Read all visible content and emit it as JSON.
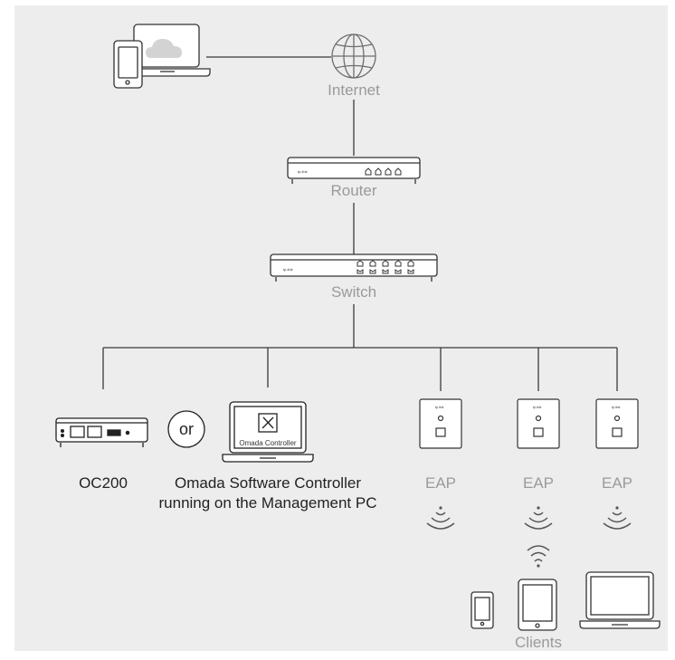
{
  "nodes": {
    "internet": "Internet",
    "router": "Router",
    "switch": "Switch",
    "oc200": "OC200",
    "or": "or",
    "software_controller_line1": "Omada Software Controller",
    "software_controller_line2": "running on the Management PC",
    "omada_screen_label": "Omada Controller",
    "eap_1": "EAP",
    "eap_2": "EAP",
    "eap_3": "EAP",
    "clients": "Clients",
    "device_brand": "tp-link"
  },
  "colors": {
    "background": "#ededed",
    "line": "#3a3a3a",
    "device_outline": "#333333",
    "muted_label": "#9a9a9a",
    "dark_label": "#222222",
    "wifi_icon": "#555555"
  },
  "icons": [
    "laptop-icon",
    "cloud-icon",
    "phone-icon",
    "globe-icon",
    "router-icon",
    "switch-icon",
    "oc200-icon",
    "management-laptop-icon",
    "tools-icon",
    "access-point-icon",
    "wifi-signal-icon",
    "tablet-icon"
  ]
}
